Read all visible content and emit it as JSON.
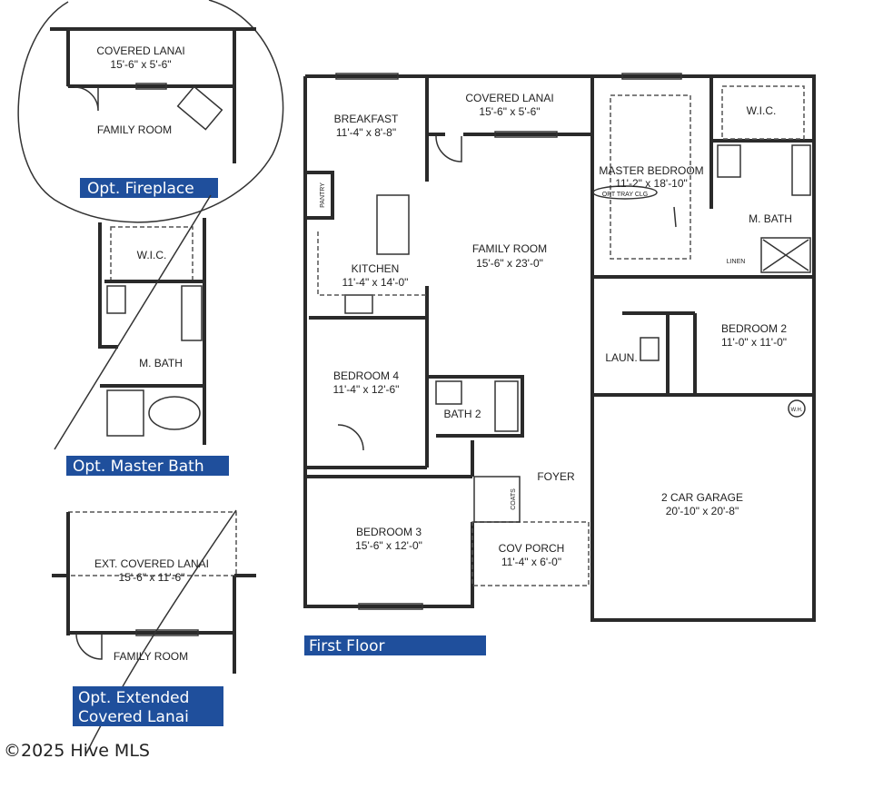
{
  "insets": {
    "fireplace": {
      "lanai_label": "COVERED LANAI",
      "lanai_dim": "15'-6\" x 5'-6\"",
      "room_label": "FAMILY ROOM",
      "title": "Opt. Fireplace"
    },
    "master_bath": {
      "wic": "W.I.C.",
      "bath": "M. BATH",
      "title": "Opt. Master Bath"
    },
    "ext_lanai": {
      "lanai_label": "EXT. COVERED LANAI",
      "lanai_dim": "15'-6\" x 11'-6\"",
      "room_label": "FAMILY ROOM",
      "title_line1": "Opt. Extended",
      "title_line2": "Covered Lanai"
    }
  },
  "plan": {
    "title": "First Floor",
    "rooms": {
      "breakfast": {
        "name": "BREAKFAST",
        "dim": "11'-4\" x 8'-8\""
      },
      "covered_lanai": {
        "name": "COVERED LANAI",
        "dim": "15'-6\" x 5'-6\""
      },
      "master_bedroom": {
        "name": "MASTER BEDROOM",
        "dim": "11'-2\" x 18'-10\"",
        "note": "OPT TRAY CLG"
      },
      "wic": {
        "name": "W.I.C."
      },
      "m_bath": {
        "name": "M. BATH"
      },
      "linen": {
        "name": "LINEN"
      },
      "pantry": {
        "name": "PANTRY"
      },
      "kitchen": {
        "name": "KITCHEN",
        "dim": "11'-4\" x 14'-0\""
      },
      "family_room": {
        "name": "FAMILY ROOM",
        "dim": "15'-6\" x 23'-0\""
      },
      "bedroom2": {
        "name": "BEDROOM 2",
        "dim": "11'-0\" x 11'-0\""
      },
      "laundry": {
        "name": "LAUN."
      },
      "bedroom4": {
        "name": "BEDROOM 4",
        "dim": "11'-4\" x 12'-6\""
      },
      "bath2": {
        "name": "BATH 2"
      },
      "foyer": {
        "name": "FOYER"
      },
      "coats": {
        "name": "COATS"
      },
      "garage": {
        "name": "2 CAR GARAGE",
        "dim": "20'-10\" x 20'-8\""
      },
      "water_heater": {
        "name": "W.H."
      },
      "bedroom3": {
        "name": "BEDROOM 3",
        "dim": "15'-6\" x 12'-0\""
      },
      "cov_porch": {
        "name": "COV PORCH",
        "dim": "11'-4\" x 6'-0\""
      }
    }
  },
  "watermark": "©2025 Hive MLS",
  "colors": {
    "badge": "#1f4f9c",
    "walls": "#2a2a2a"
  }
}
